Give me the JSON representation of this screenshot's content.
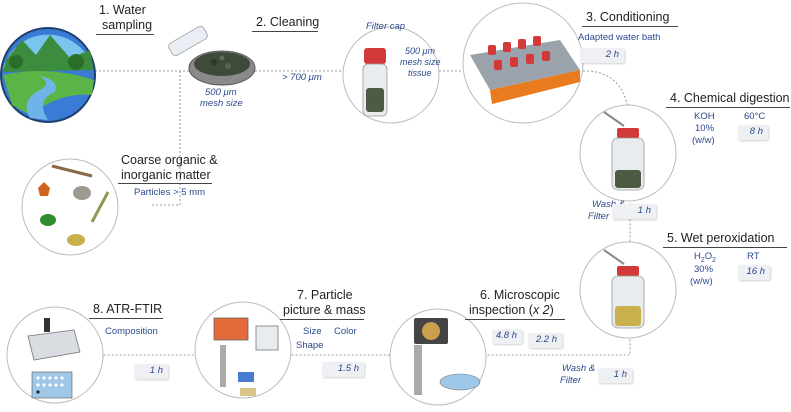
{
  "steps": {
    "s1": {
      "title_line1": "1. Water",
      "title_line2": "sampling"
    },
    "s2": {
      "title": "2. Cleaning",
      "mesh": "500 μm",
      "mesh_sub": "mesh size",
      "size_note": "> 700 μm"
    },
    "filter": {
      "cap": "Filter cap",
      "l1": "500 μm",
      "l2": "mesh size",
      "l3": "tissue"
    },
    "s3": {
      "title": "3. Conditioning",
      "sub": "Adapted water bath",
      "time": "2 h"
    },
    "s4": {
      "title": "4. Chemical digestion",
      "reagent_l1": "KOH",
      "reagent_l2": "10%",
      "reagent_l3": "(w/w)",
      "temp": "60°C",
      "time": "8 h"
    },
    "wash1": {
      "l1": "Wash &",
      "l2": "Filter",
      "time": "1 h"
    },
    "s5": {
      "title": "5. Wet peroxidation",
      "reagent_main": "H",
      "reagent_sub1": "2",
      "reagent_mid": "O",
      "reagent_sub2": "2",
      "reagent_l2": "30%",
      "reagent_l3": "(w/w)",
      "temp": "RT",
      "time": "16 h"
    },
    "coarse": {
      "l1": "Coarse organic &",
      "l2": "inorganic matter",
      "sub": "Particles > 5 mm"
    },
    "s6": {
      "title_line1": "6. Microscopic",
      "title_line2": "inspection (",
      "title_ital": "x 2",
      "title_end": ")",
      "time_a": "4.8 h",
      "time_b": "2.2 h"
    },
    "wash2": {
      "l1": "Wash &",
      "l2": "Filter",
      "time": "1 h"
    },
    "s7": {
      "title": "7. Particle",
      "title2": "picture & mass",
      "size": "Size",
      "color": "Color",
      "shape": "Shape",
      "time": "1.5 h"
    },
    "s8": {
      "title": "8. ATR-FTIR",
      "sub": "Composition",
      "time": "1 h"
    }
  },
  "colors": {
    "text_blue": "#2b4a8c",
    "connector": "#9a9a9a",
    "badge": "#eef0f4"
  }
}
